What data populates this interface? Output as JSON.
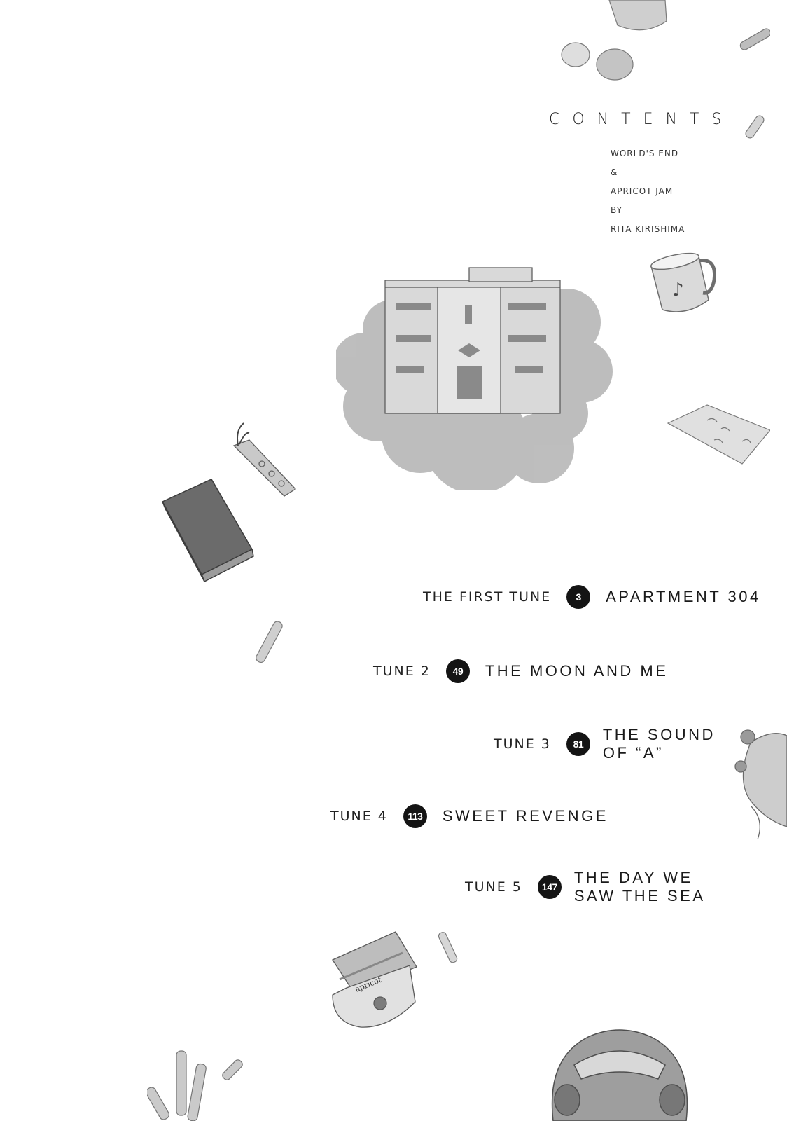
{
  "header": {
    "title": "CONTENTS",
    "subtitle_lines": [
      "WORLD'S END",
      "&",
      "APRICOT JAM",
      "BY",
      "RITA KIRISHIMA"
    ]
  },
  "toc": [
    {
      "label": "THE FIRST TUNE",
      "page": "3",
      "title_lines": [
        "APARTMENT 304"
      ]
    },
    {
      "label": "TUNE 2",
      "page": "49",
      "title_lines": [
        "THE MOON AND ME"
      ]
    },
    {
      "label": "TUNE 3",
      "page": "81",
      "title_lines": [
        "THE SOUND",
        "OF “A”"
      ]
    },
    {
      "label": "TUNE 4",
      "page": "113",
      "title_lines": [
        "SWEET REVENGE"
      ]
    },
    {
      "label": "TUNE 5",
      "page": "147",
      "title_lines": [
        "THE DAY WE",
        "SAW THE SEA"
      ]
    }
  ],
  "illustrations": {
    "jar_label": "apricot"
  },
  "colors": {
    "ink": "#1a1a1a",
    "wash": "#9a9a9a",
    "paper": "#ffffff"
  }
}
